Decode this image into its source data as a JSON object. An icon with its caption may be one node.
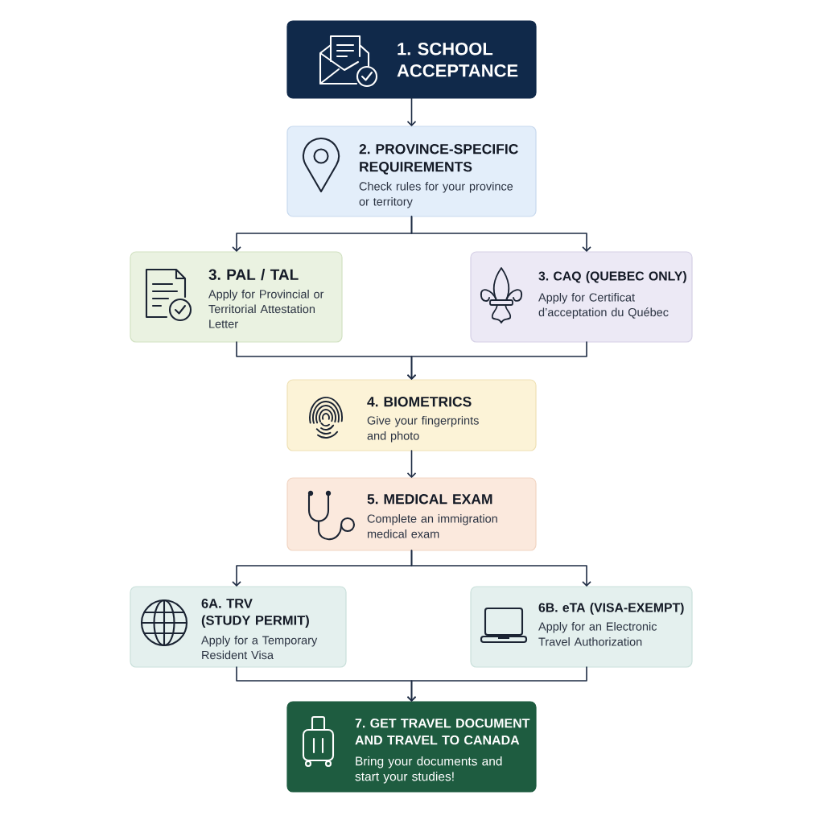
{
  "diagram": {
    "nodes": [
      {
        "text": [
          "1. SCHOOL ACCEPTANCE"
        ]
      },
      {
        "text": [
          "2. PROVINCE-SPECIFIC REQUIREMENTS",
          "Check rules for your province or territory"
        ]
      },
      {
        "text": [
          "3. PAL / TAL",
          "Apply for Provincial or Territorial Attestation Letter"
        ]
      },
      {
        "text": [
          "3. CAQ (QUEBEC ONLY)",
          "Apply for Certificat d’acceptation du Québec"
        ]
      },
      {
        "text": [
          "4. BIOMETRICS",
          "Give your fingerprints and photo"
        ]
      },
      {
        "text": [
          "5. MEDICAL EXAM",
          "Complete an immigration medical exam"
        ]
      },
      {
        "text": [
          "6A. TRV (STUDY PERMIT)",
          "Apply for a Temporary Resident Visa"
        ]
      },
      {
        "text": [
          "6B. eTA (VISA-EXEMPT)",
          "Apply for an Electronic Travel Authorization"
        ]
      },
      {
        "text": [
          "7. GET TRAVEL DOCUMENT AND TRAVEL TO CANADA",
          "Bring your documents and start your studies!"
        ]
      }
    ],
    "edges": [
      {
        "from": 0,
        "to": 1,
        "arrow": "to"
      },
      {
        "from": 1,
        "to": 2,
        "arrow": "to"
      },
      {
        "from": 1,
        "to": 3,
        "arrow": "to"
      },
      {
        "from": 2,
        "to": 4,
        "arrow": "to"
      },
      {
        "from": 3,
        "to": 4,
        "arrow": "to"
      },
      {
        "from": 4,
        "to": 5,
        "arrow": "to"
      },
      {
        "from": 5,
        "to": 6,
        "arrow": "to"
      },
      {
        "from": 5,
        "to": 7,
        "arrow": "to"
      },
      {
        "from": 6,
        "to": 8,
        "arrow": "to"
      },
      {
        "from": 7,
        "to": 8,
        "arrow": "to"
      }
    ]
  }
}
